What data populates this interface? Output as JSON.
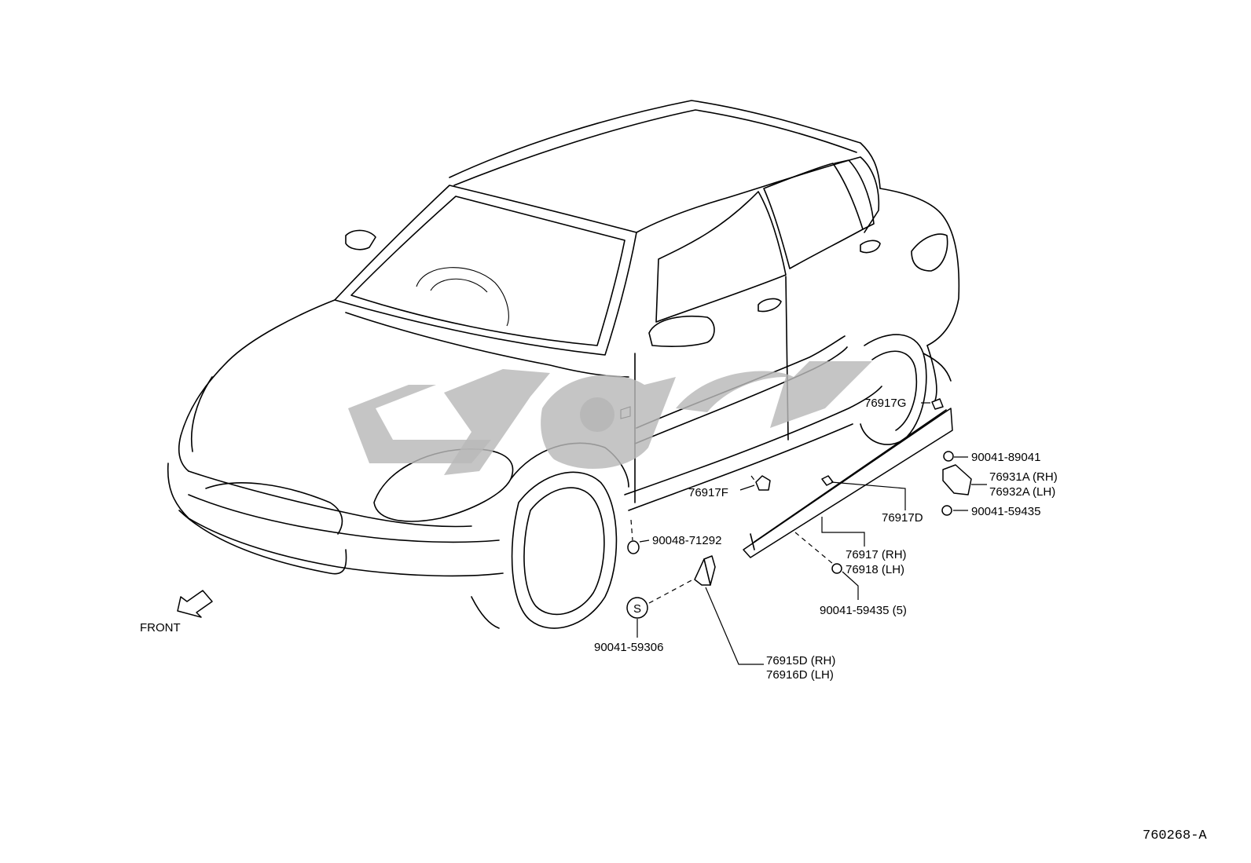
{
  "labels": {
    "p1": "76917G",
    "p2": "90041-89041",
    "p3_rh": "76931A (RH)",
    "p3_lh": "76932A (LH)",
    "p4": "90041-59435",
    "p5": "76917F",
    "p6": "76917D",
    "p7_rh": "76917 (RH)",
    "p7_lh": "76918 (LH)",
    "p8": "90048-71292",
    "p9": "90041-59435 (5)",
    "p10": "90041-59306",
    "p11_rh": "76915D (RH)",
    "p11_lh": "76916D (LH)",
    "front": "FRONT",
    "screw_symbol": "S",
    "diagram_ref": "760268-A"
  },
  "icons": {
    "front_arrow": "arrow-front-left-icon",
    "screw": "screw-s-icon",
    "watermark": "logo-watermark"
  },
  "colors": {
    "line": "#000000",
    "watermark": "#b8b8b8",
    "background": "#ffffff"
  }
}
